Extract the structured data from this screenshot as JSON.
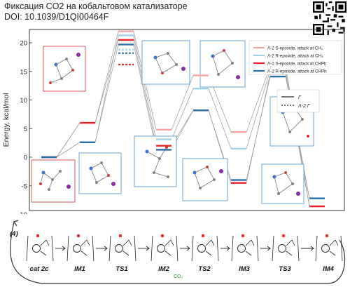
{
  "header": {
    "title": "Фиксация CO2 на кобальтовом катализаторе",
    "doi": "DOI: 10.1039/D1QI00464F"
  },
  "qr_code": {
    "icon": "qr-code-icon"
  },
  "chart_data": {
    "type": "line",
    "ylabel": "Energy, kcal/mol",
    "xlabel": "",
    "ylim": [
      -11,
      23
    ],
    "yticks": [
      -10,
      -5,
      0,
      5,
      10,
      15,
      20
    ],
    "grid": false,
    "legend_position": "top-right",
    "states": [
      "cat 2c",
      "IM1",
      "TS1",
      "IM2",
      "TS2",
      "IM3",
      "TS3",
      "IM4"
    ],
    "series": [
      {
        "name": "Λ-2 S-epoxide, attack at CH₂",
        "color": "#f4a6a6",
        "values": [
          0.0,
          6.0,
          22.0,
          4.8,
          14.3,
          4.4,
          15.9,
          -8.6
        ]
      },
      {
        "name": "Λ-2 R-epoxide, attack at CH₂",
        "color": "#9fd3e6",
        "values": [
          0.0,
          2.6,
          21.3,
          3.1,
          12.0,
          1.5,
          15.2,
          -7.2
        ]
      },
      {
        "name": "Λ-2 S-epoxide, attack at CHPh",
        "color": "#e8232a",
        "values": [
          0.0,
          6.0,
          20.5,
          2.0,
          8.2,
          -4.5,
          14.6,
          -8.6
        ]
      },
      {
        "name": "Λ-2 R-epoxide, attack at CHPh",
        "color": "#2a6fa8",
        "values": [
          0.0,
          2.6,
          19.7,
          1.3,
          8.2,
          -4.0,
          14.1,
          -7.2
        ]
      }
    ],
    "extra_levels": [
      {
        "state": "TS1",
        "value": 18.8,
        "color": "#9fd3e6",
        "style": "dashed"
      },
      {
        "state": "TS1",
        "value": 18.2,
        "color": "#2a6fa8",
        "style": "dashed"
      },
      {
        "state": "TS1",
        "value": 16.2,
        "color": "#e8232a",
        "style": "dashed"
      }
    ],
    "line_style_legend": [
      {
        "label": "Γ",
        "style": "solid"
      },
      {
        "label": "Λ-2 Γ",
        "style": "dashed"
      }
    ]
  },
  "scheme": {
    "labels": [
      "cat 2c",
      "IM1",
      "TS1",
      "IM2",
      "TS2",
      "IM3",
      "TS3",
      "IM4"
    ],
    "cycle_number": "(4)",
    "co2_label": "CO₂"
  },
  "colors": {
    "line": "#8c8c8c",
    "axis": "#333333",
    "box_red": "#d64545",
    "box_blue": "#5a9bd5"
  }
}
